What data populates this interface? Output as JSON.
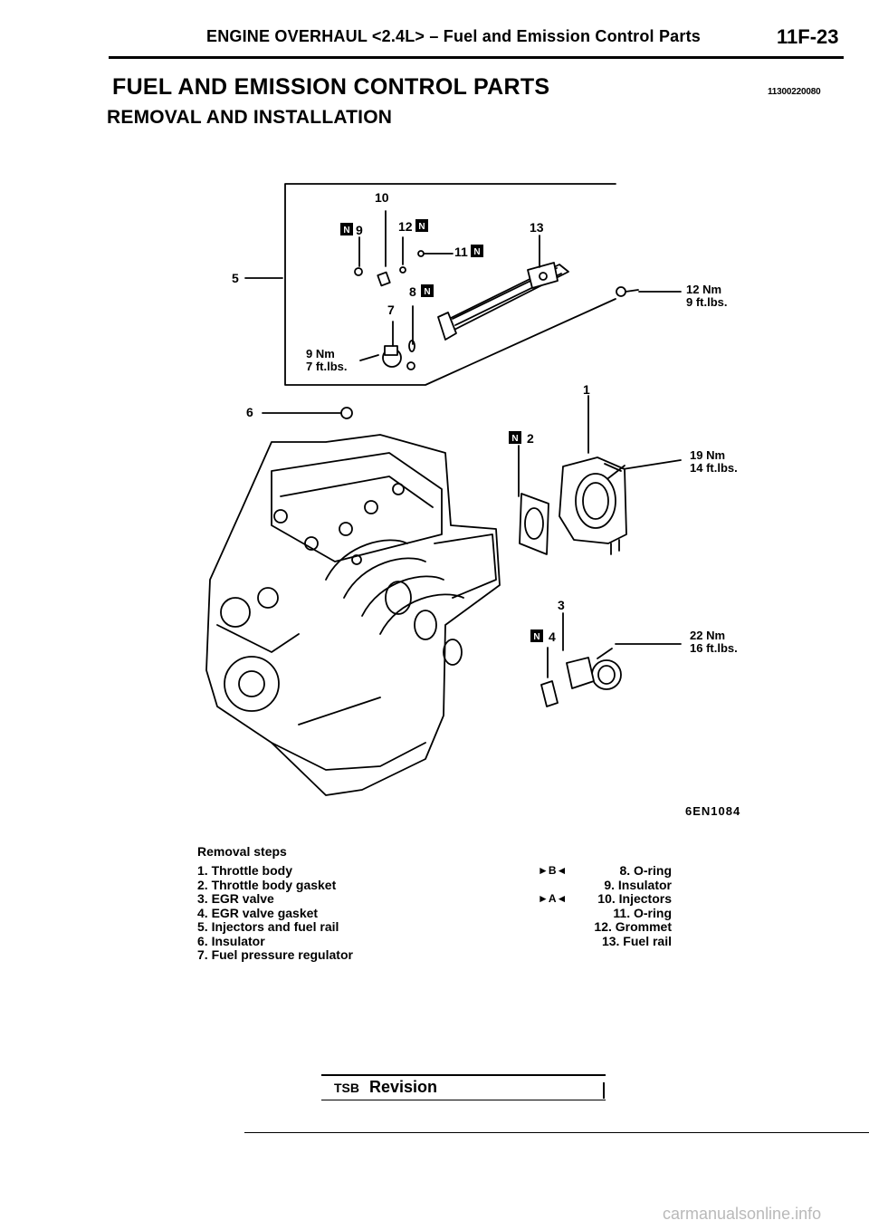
{
  "header": {
    "section": "ENGINE OVERHAUL <2.4L> – Fuel and Emission Control Parts",
    "page": "11F-23"
  },
  "title": "FUEL AND EMISSION CONTROL PARTS",
  "doc_code": "11300220080",
  "subtitle": "REMOVAL AND INSTALLATION",
  "diagram": {
    "callouts": {
      "c1": "1",
      "c2": "2",
      "c3": "3",
      "c4": "4",
      "c5": "5",
      "c6": "6",
      "c7": "7",
      "c8": "8",
      "c9": "9",
      "c10": "10",
      "c11": "11",
      "c12": "12",
      "c13": "13"
    },
    "n_mark": "N",
    "torque": {
      "t_rail_nm": "12 Nm",
      "t_rail_ft": "9 ft.lbs.",
      "t_reg_nm": "9 Nm",
      "t_reg_ft": "7 ft.lbs.",
      "t_throttle_nm": "19 Nm",
      "t_throttle_ft": "14 ft.lbs.",
      "t_egr_nm": "22 Nm",
      "t_egr_ft": "16 ft.lbs."
    },
    "figure_code": "6EN1084"
  },
  "removal_steps": {
    "heading": "Removal steps",
    "left": [
      "1. Throttle body",
      "2. Throttle body gasket",
      "3. EGR valve",
      "4. EGR valve gasket",
      "5. Injectors and fuel rail",
      "6. Insulator",
      "7. Fuel pressure regulator"
    ],
    "right_markers": [
      "►B◄",
      "",
      "►A◄",
      "",
      "",
      ""
    ],
    "right": [
      "8. O-ring",
      "9. Insulator",
      "10. Injectors",
      "11. O-ring",
      "12. Grommet",
      "13. Fuel rail"
    ]
  },
  "tsb": {
    "prefix": "TSB",
    "label": "Revision"
  },
  "footer": "carmanualsonline.info"
}
